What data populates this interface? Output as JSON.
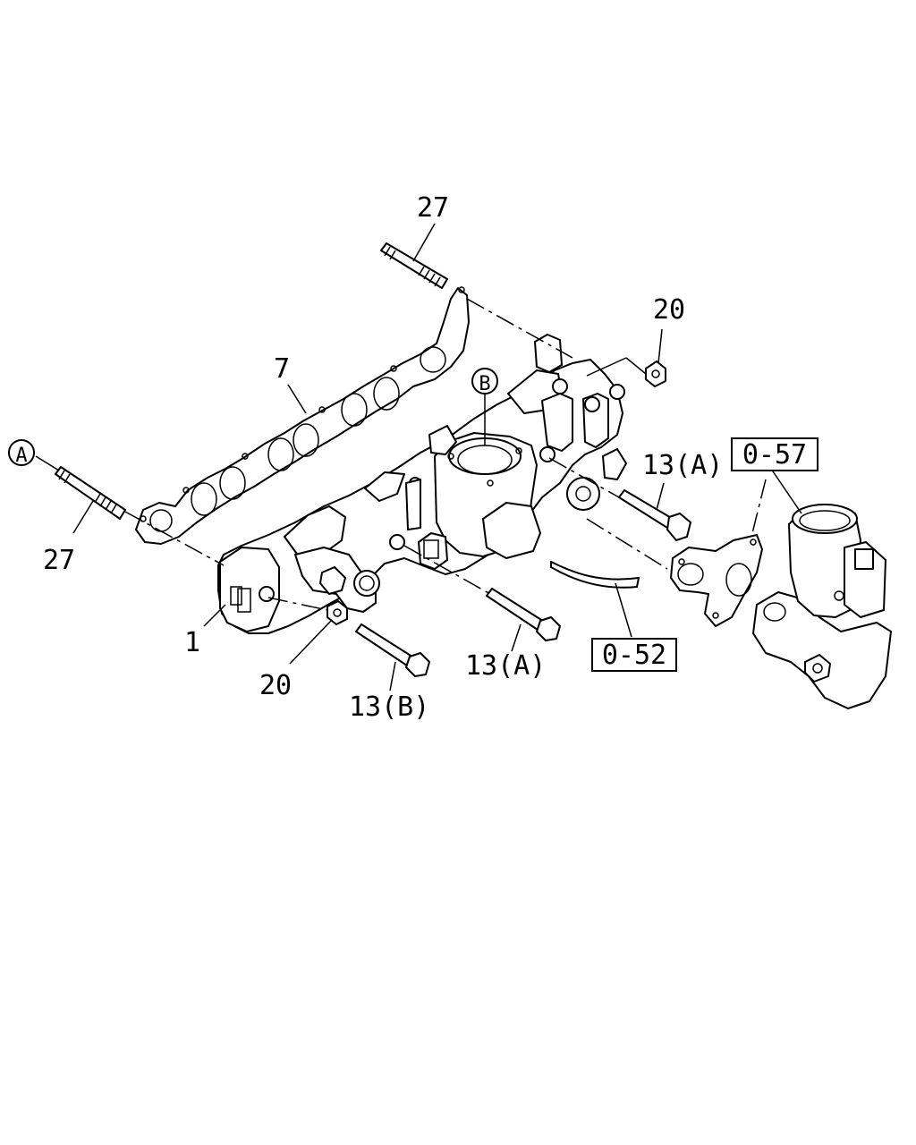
{
  "labels": {
    "label_27_top": "27",
    "label_20_top": "20",
    "label_7": "7",
    "label_B": "B",
    "label_A": "A",
    "label_27_left": "27",
    "label_13A_right": "13(A)",
    "label_0_57": "0-57",
    "label_1": "1",
    "label_20_bottom": "20",
    "label_13A_bottom": "13(A)",
    "label_13B": "13(B)",
    "label_0_52": "0-52"
  }
}
